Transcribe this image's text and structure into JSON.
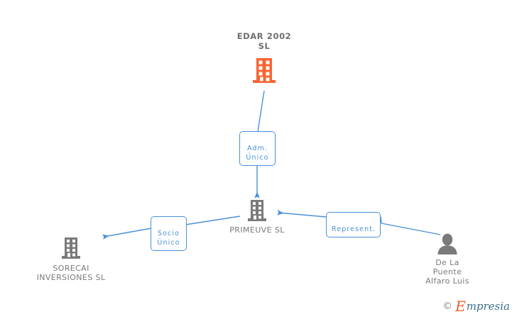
{
  "diagram": {
    "type": "corporate-relationship-graph",
    "background_color": "#ffffff",
    "edge_color": "#4a90d9",
    "entity_colors": {
      "root_company": "#fa6432",
      "company": "#7a7a7a",
      "person": "#7a7a7a"
    },
    "nodes": [
      {
        "id": "edar",
        "name": "EDAR 2002\nSL",
        "icon": "building-icon",
        "kind": "company",
        "highlight": true
      },
      {
        "id": "primeuve",
        "name": "PRIMEUVE SL",
        "icon": "building-icon",
        "kind": "company",
        "highlight": false
      },
      {
        "id": "sorecai",
        "name": "SORECAI\nINVERSIONES SL",
        "icon": "building-icon",
        "kind": "company",
        "highlight": false
      },
      {
        "id": "delapuente",
        "name": "De La\nPuente\nAlfaro Luis",
        "icon": "person-icon",
        "kind": "person",
        "highlight": false
      }
    ],
    "relations": [
      {
        "id": "adm-unico",
        "label": "Adm.\nÚnico",
        "from": "edar",
        "to": "primeuve"
      },
      {
        "id": "socio-unico",
        "label": "Socio\nÚnico",
        "from": "primeuve",
        "to": "sorecai"
      },
      {
        "id": "represent",
        "label": "Represent.",
        "from": "delapuente",
        "to": "primeuve"
      }
    ]
  },
  "watermark": {
    "copyright": "©",
    "brand_initial": "E",
    "brand_rest": "mpresia"
  }
}
